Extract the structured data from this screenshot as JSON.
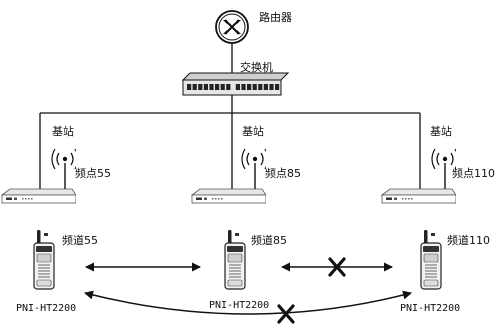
{
  "router": {
    "label": "路由器",
    "icon": "router-icon"
  },
  "switch": {
    "label": "交换机",
    "icon": "switch-icon"
  },
  "stations": [
    {
      "label": "基站",
      "freq": "频点55"
    },
    {
      "label": "基站",
      "freq": "频点85"
    },
    {
      "label": "基站",
      "freq": "频点110"
    }
  ],
  "radios": [
    {
      "channel": "频道55",
      "model": "PNI-HT2200"
    },
    {
      "channel": "频道85",
      "model": "PNI-HT2200"
    },
    {
      "channel": "频道110",
      "model": "PNI-HT2200"
    }
  ],
  "links": [
    {
      "from": "radio-1",
      "to": "radio-2",
      "status": "connected"
    },
    {
      "from": "radio-2",
      "to": "radio-3",
      "status": "blocked"
    },
    {
      "from": "radio-1",
      "to": "radio-3",
      "status": "blocked"
    }
  ],
  "colors": {
    "line": "#111111",
    "fill": "#ffffff",
    "device": "#d9d9d9"
  }
}
